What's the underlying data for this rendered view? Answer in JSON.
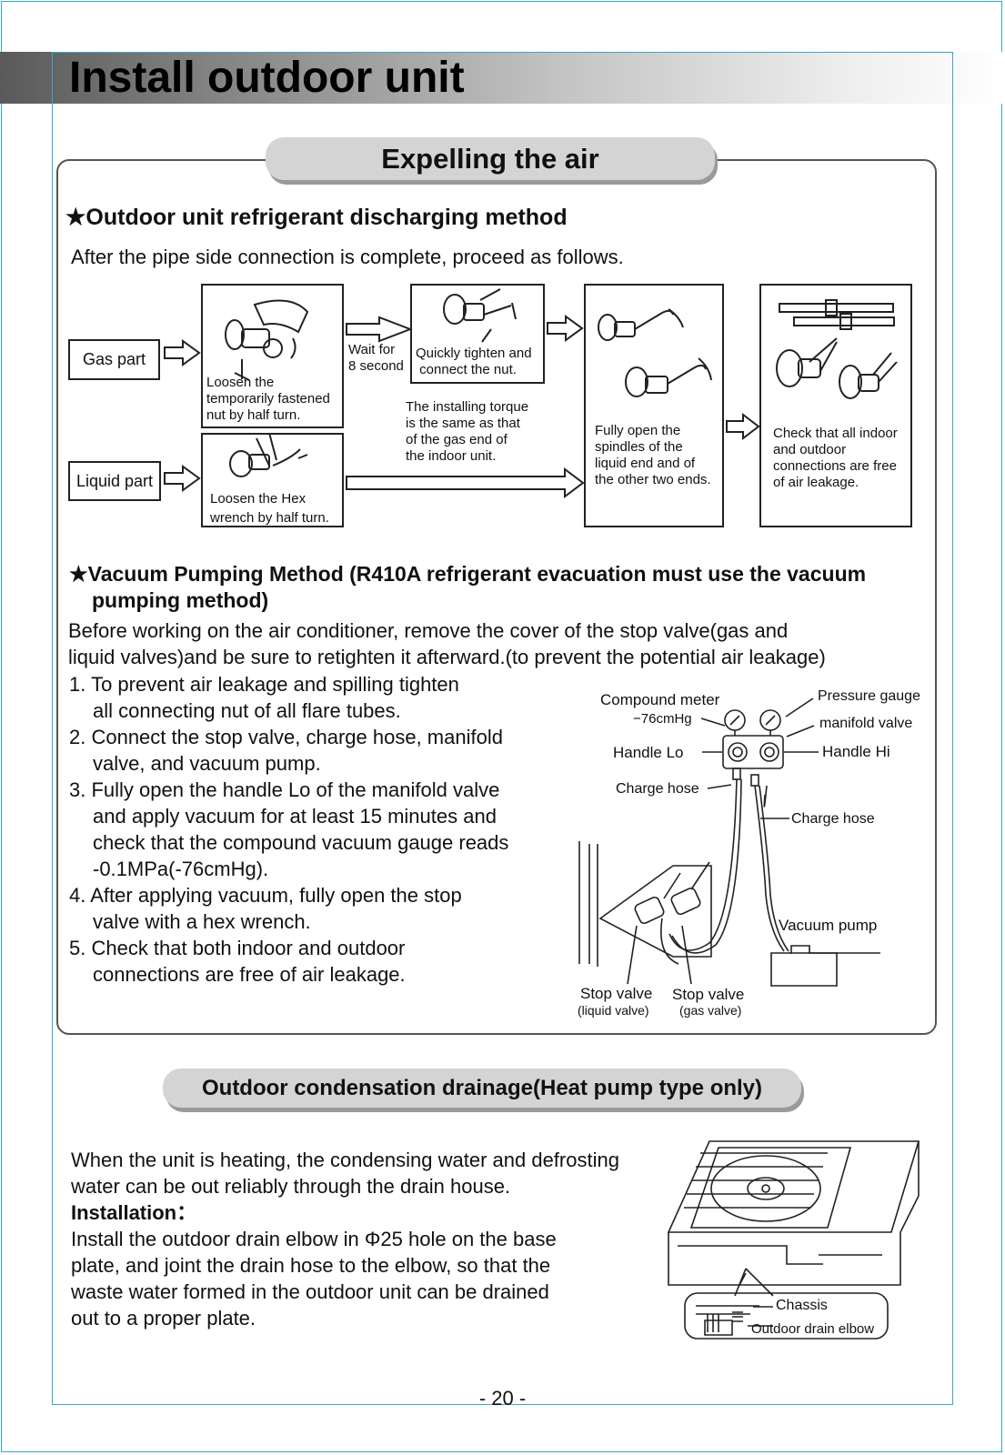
{
  "title": "Install outdoor unit",
  "section1": {
    "heading": "Expelling the air",
    "method1": {
      "title": "★Outdoor unit refrigerant discharging method",
      "intro": "After the pipe side connection is complete, proceed as follows.",
      "gas_part": "Gas part",
      "liquid_part": "Liquid part",
      "gas_step1": [
        "Loosen the",
        "temporarily fastened",
        "nut by half turn."
      ],
      "wait": [
        "Wait for",
        "8 second"
      ],
      "gas_step2": [
        "Quickly tighten and",
        " connect the nut."
      ],
      "torque_note": [
        "The installing torque",
        "is the same as that",
        "of the gas end of",
        "the indoor unit."
      ],
      "liquid_step1": [
        "Loosen the Hex",
        "wrench by half turn."
      ],
      "step3": [
        "Fully open the",
        "spindles of the",
        "liquid end and of",
        "the other two ends."
      ],
      "step4": [
        "Check that all indoor",
        "and outdoor",
        "connections are free",
        "of air leakage."
      ]
    },
    "method2": {
      "title_line1": "★Vacuum Pumping Method (R410A refrigerant evacuation must use the vacuum",
      "title_line2": "pumping method)",
      "intro_line1": "Before working on the air conditioner, remove the cover of the stop valve(gas and",
      "intro_line2": "liquid valves)and be sure to retighten it afterward.(to prevent the potential air leakage)",
      "steps": [
        [
          "1. To prevent air leakage and spilling tighten",
          "all connecting nut of all flare tubes."
        ],
        [
          "2. Connect the stop valve, charge hose, manifold",
          "valve, and vacuum pump."
        ],
        [
          "3. Fully open the handle Lo of the manifold valve",
          "and apply vacuum for at least 15 minutes and",
          "check that the compound vacuum gauge reads",
          "-0.1MPa(-76cmHg)."
        ],
        [
          "4. After applying vacuum, fully open the stop",
          "valve with a hex wrench."
        ],
        [
          "5. Check that both indoor and outdoor",
          "connections are free of air leakage."
        ]
      ],
      "diagram": {
        "compound_meter": "Compound meter",
        "cmhg": "−76cmHg",
        "pressure_gauge": "Pressure  gauge",
        "manifold_valve": "manifold valve",
        "handle_lo": "Handle Lo",
        "handle_hi": "Handle Hi",
        "charge_hose_1": "Charge  hose",
        "charge_hose_2": "Charge  hose",
        "vacuum_pump": "Vacuum pump",
        "stop_valve_liquid": "Stop valve",
        "stop_valve_liquid_sub": "(liquid valve)",
        "stop_valve_gas": "Stop valve",
        "stop_valve_gas_sub": "(gas valve)"
      }
    }
  },
  "section2": {
    "heading": "Outdoor condensation drainage(Heat pump type only)",
    "lines": [
      "When the unit is heating, the condensing water and defrosting",
      "water can be out reliably through the drain house."
    ],
    "installation_label": "Installation",
    "installation_colon": "：",
    "install_lines": [
      "Install the outdoor drain elbow in  Φ25 hole on the base",
      "plate, and joint the drain hose to the elbow, so that the",
      "waste water formed in the outdoor unit can be drained",
      "out to a proper plate."
    ],
    "chassis": "Chassis",
    "drain_elbow": "Outdoor drain elbow"
  },
  "page_number": "- 20 -"
}
